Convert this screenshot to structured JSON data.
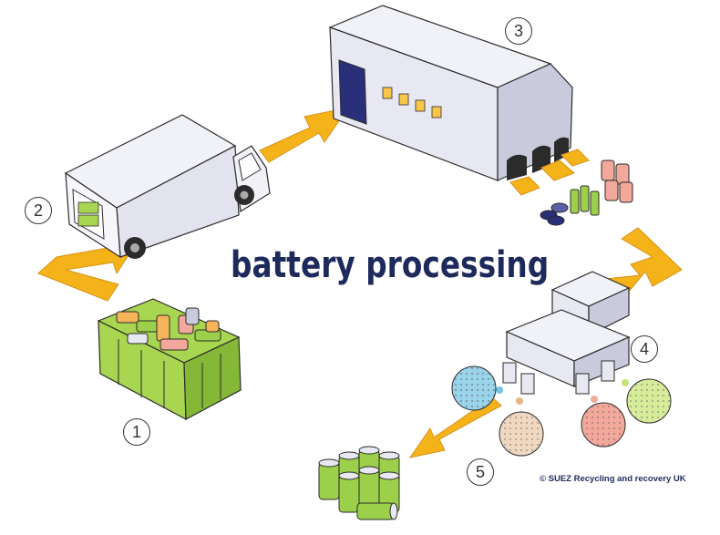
{
  "title": "battery processing",
  "copyright": "© SUEZ Recycling and recovery UK",
  "colors": {
    "title": "#1f2a5c",
    "copyright": "#1f2a5c",
    "arrow": "#f5b31a",
    "arrow_stroke": "#d8921a",
    "bin": "#a8d650",
    "bin_dark": "#86b838",
    "building": "#e7e8f1",
    "building_shade": "#c9cbdc",
    "door": "#2a2f7a",
    "window": "#f7c64a",
    "battery_green": "#9ccf4a",
    "battery_pink": "#f2a89a",
    "battery_orange": "#f6b45a",
    "outline": "#2b2b2b"
  },
  "steps": [
    {
      "number": "1",
      "label": "collection-bin"
    },
    {
      "number": "2",
      "label": "transport-truck"
    },
    {
      "number": "3",
      "label": "sorting-facility"
    },
    {
      "number": "4",
      "label": "processing-machine"
    },
    {
      "number": "5",
      "label": "new-batteries"
    }
  ]
}
